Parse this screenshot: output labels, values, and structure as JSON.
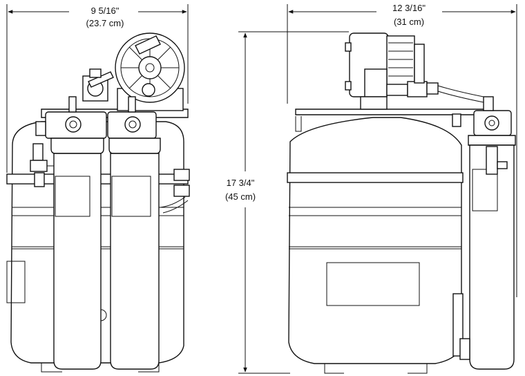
{
  "dimensions": {
    "width_front": {
      "imperial": "9 5/16\"",
      "metric": "(23.7 cm)"
    },
    "width_side": {
      "imperial": "12 3/16\"",
      "metric": "(31 cm)"
    },
    "height": {
      "imperial": "17 3/4\"",
      "metric": "(45 cm)"
    }
  }
}
